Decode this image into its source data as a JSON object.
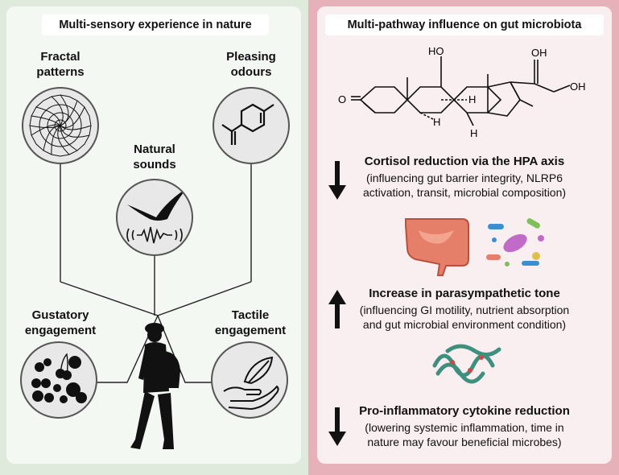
{
  "left": {
    "title": "Multi-sensory experience in nature",
    "labels": {
      "fractal_line1": "Fractal",
      "fractal_line2": "patterns",
      "odours_line1": "Pleasing",
      "odours_line2": "odours",
      "sounds_line1": "Natural",
      "sounds_line2": "sounds",
      "gustatory_line1": "Gustatory",
      "gustatory_line2": "engagement",
      "tactile_line1": "Tactile",
      "tactile_line2": "engagement"
    }
  },
  "right": {
    "title": "Multi-pathway influence on gut microbiota",
    "molecule_labels": {
      "ho_top": "HO",
      "oh_side": "OH",
      "oh_end": "OH",
      "oxo": "O",
      "h1": "H",
      "h2": "H",
      "h3": "H"
    },
    "items": [
      {
        "direction": "down",
        "heading": "Cortisol reduction via the HPA axis",
        "line1": "(influencing gut barrier integrity, NLRP6",
        "line2": "activation, transit, microbial composition)"
      },
      {
        "direction": "up",
        "heading": "Increase in parasympathetic tone",
        "line1": "(influencing GI motility, nutrient absorption",
        "line2": "and gut microbial environment condition)"
      },
      {
        "direction": "down",
        "heading": "Pro-inflammatory cytokine reduction",
        "line1": "(lowering systemic inflammation, time in",
        "line2": "nature may favour beneficial microbes)"
      }
    ]
  },
  "colors": {
    "left_accent": "#dfe9dc",
    "right_accent": "#e7b1b9",
    "intestine": "#e57f6a",
    "protein": "#3f8f7f"
  }
}
